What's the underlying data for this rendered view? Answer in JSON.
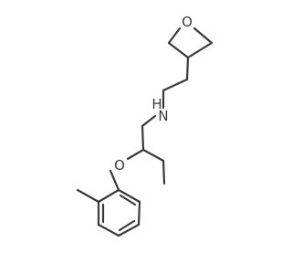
{
  "molecule": {
    "atoms": {
      "oxetane_oxygen": "O",
      "ether_oxygen": "O",
      "amine": "N",
      "amine_hydrogen": "H"
    }
  }
}
